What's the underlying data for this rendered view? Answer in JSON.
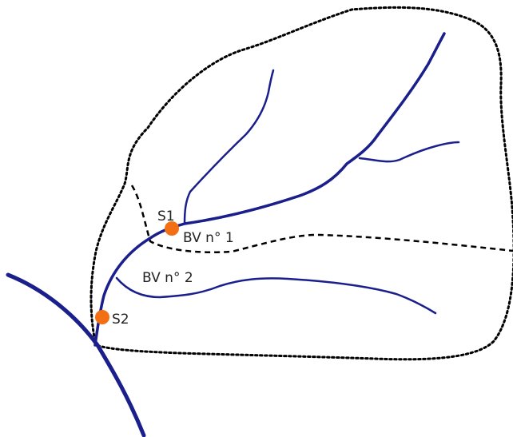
{
  "labels": {
    "station1": "S1",
    "station2": "S2",
    "watershed1": "BV n° 1",
    "watershed2": "BV n° 2"
  },
  "colors": {
    "river": "#1a1f8c",
    "station": "#f36f13",
    "boundary": "#000000",
    "background": "#ffffff"
  }
}
